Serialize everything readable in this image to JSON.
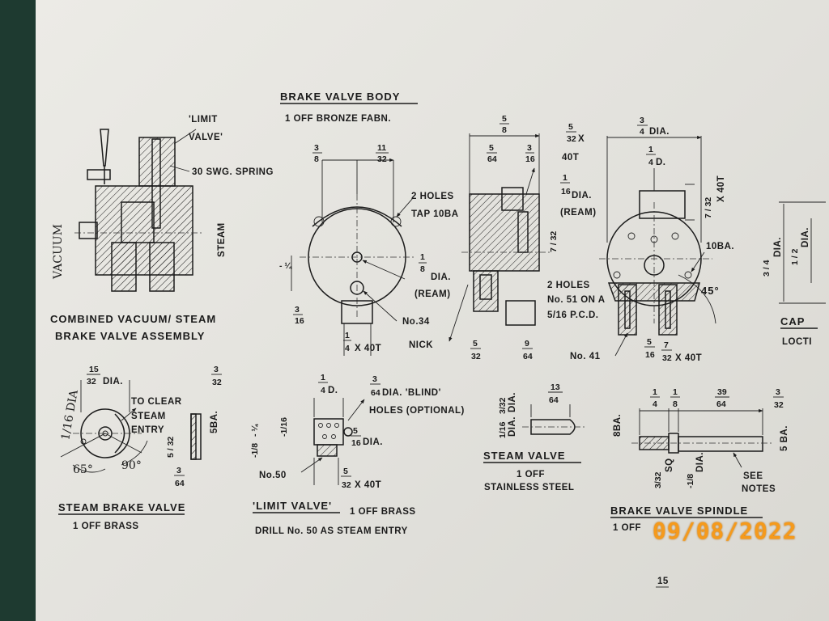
{
  "brake_body": {
    "title": "BRAKE VALVE BODY",
    "subtitle": "1 OFF BRONZE FABN.",
    "two_holes_tap": [
      "2 HOLES",
      "TAP 10BA"
    ],
    "dia_ream": [
      "DIA.",
      "(REAM)"
    ],
    "no34": "No.34",
    "x40t": "X 40T",
    "nick": "NICK",
    "two_holes_no51": [
      "2 HOLES",
      "No. 51 ON A",
      "5/16 P.C.D."
    ],
    "no41": "No. 41",
    "ba10": "10BA.",
    "angle45": "45°",
    "x40t_b": "X 40T",
    "dia_ream_b": [
      "DIA.",
      "(REAM)"
    ],
    "x_a": "X",
    "t40": "40T",
    "dia": "DIA.",
    "d": "D.",
    "x40t_side": "X 40T"
  },
  "assembly": {
    "limit_valve": [
      "'LIMIT",
      "VALVE'"
    ],
    "spring": "30 SWG. SPRING",
    "steam": "STEAM",
    "vacuum": "VACUUM",
    "title": [
      "COMBINED VACUUM/ STEAM",
      "BRAKE VALVE ASSEMBLY"
    ]
  },
  "cap": {
    "title": "CAP",
    "note": "LOCTI",
    "dia1": "DIA.",
    "dia2": "DIA."
  },
  "steam_brake_valve": {
    "title": "STEAM BRAKE VALVE",
    "subtitle": "1 OFF BRASS",
    "dia_label": "DIA.",
    "dia_hand": "1/16 DIA",
    "to_clear": [
      "TO CLEAR",
      "STEAM",
      "ENTRY"
    ],
    "ba5": "5BA.",
    "angle65": "65°",
    "angle90": "90°"
  },
  "limit_valve": {
    "title": "'LIMIT VALVE'",
    "title_b": "1 OFF BRASS",
    "drill": "DRILL No. 50 AS STEAM ENTRY",
    "blind": [
      "DIA. 'BLIND'",
      "HOLES (OPTIONAL)"
    ],
    "d": "D.",
    "dia": "DIA.",
    "no50": "No.50",
    "x40t": "X 40T"
  },
  "steam_valve": {
    "title": "STEAM VALVE",
    "subtitle": "1 OFF",
    "material": "STAINLESS STEEL",
    "dia1": "DIA.",
    "dia2": "DIA."
  },
  "spindle": {
    "title": "BRAKE VALVE SPINDLE",
    "subtitle": "1 OFF",
    "ba8": "8BA.",
    "ba5": "5 BA.",
    "see_notes": [
      "SEE",
      "NOTES"
    ],
    "sq": "SQ",
    "dia": "DIA."
  },
  "page_number": "15",
  "date_stamp": "09/08/2022",
  "colors": {
    "stamp": "#f59a1c",
    "paper": "#e6e5e0",
    "background": "#1e3a30",
    "ink": "#1b1b1b"
  }
}
